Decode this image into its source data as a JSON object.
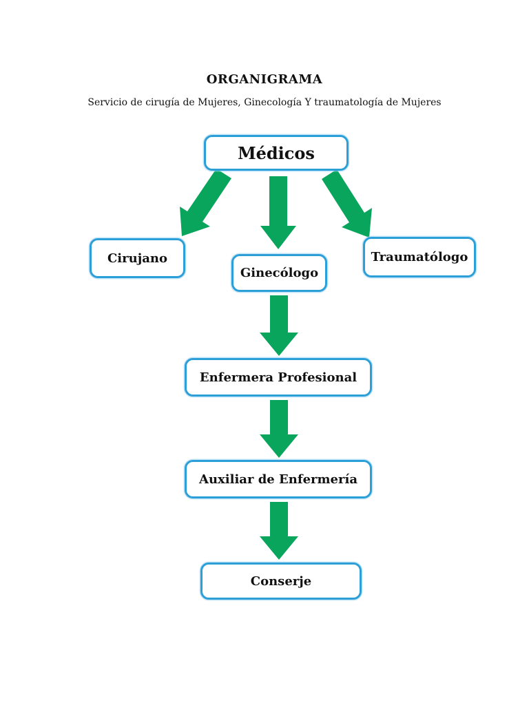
{
  "page": {
    "title": "ORGANIGRAMA",
    "subtitle": "Servicio de cirugía de Mujeres, Ginecología Y traumatología de Mujeres"
  },
  "colors": {
    "arrow_green": "#0aa55c",
    "box_border": "#2d9fd8",
    "text": "#111111",
    "background": "#ffffff"
  },
  "diagram": {
    "type": "org-chart",
    "nodes": [
      {
        "id": "medicos",
        "label": "Médicos",
        "level": 1
      },
      {
        "id": "cirujano",
        "label": "Cirujano",
        "level": 2
      },
      {
        "id": "ginecologo",
        "label": "Ginecólogo",
        "level": 2
      },
      {
        "id": "traumatologo",
        "label": "Traumatólogo",
        "level": 2
      },
      {
        "id": "enfermera-profesional",
        "label": "Enfermera Profesional",
        "level": 3
      },
      {
        "id": "auxiliar-de-enfermeria",
        "label": "Auxiliar de Enfermería",
        "level": 4
      },
      {
        "id": "conserje",
        "label": "Conserje",
        "level": 5
      }
    ],
    "edges": [
      {
        "from": "medicos",
        "to": "cirujano"
      },
      {
        "from": "medicos",
        "to": "ginecologo"
      },
      {
        "from": "medicos",
        "to": "traumatologo"
      },
      {
        "from": "ginecologo",
        "to": "enfermera-profesional"
      },
      {
        "from": "enfermera-profesional",
        "to": "auxiliar-de-enfermeria"
      },
      {
        "from": "auxiliar-de-enfermeria",
        "to": "conserje"
      }
    ]
  }
}
